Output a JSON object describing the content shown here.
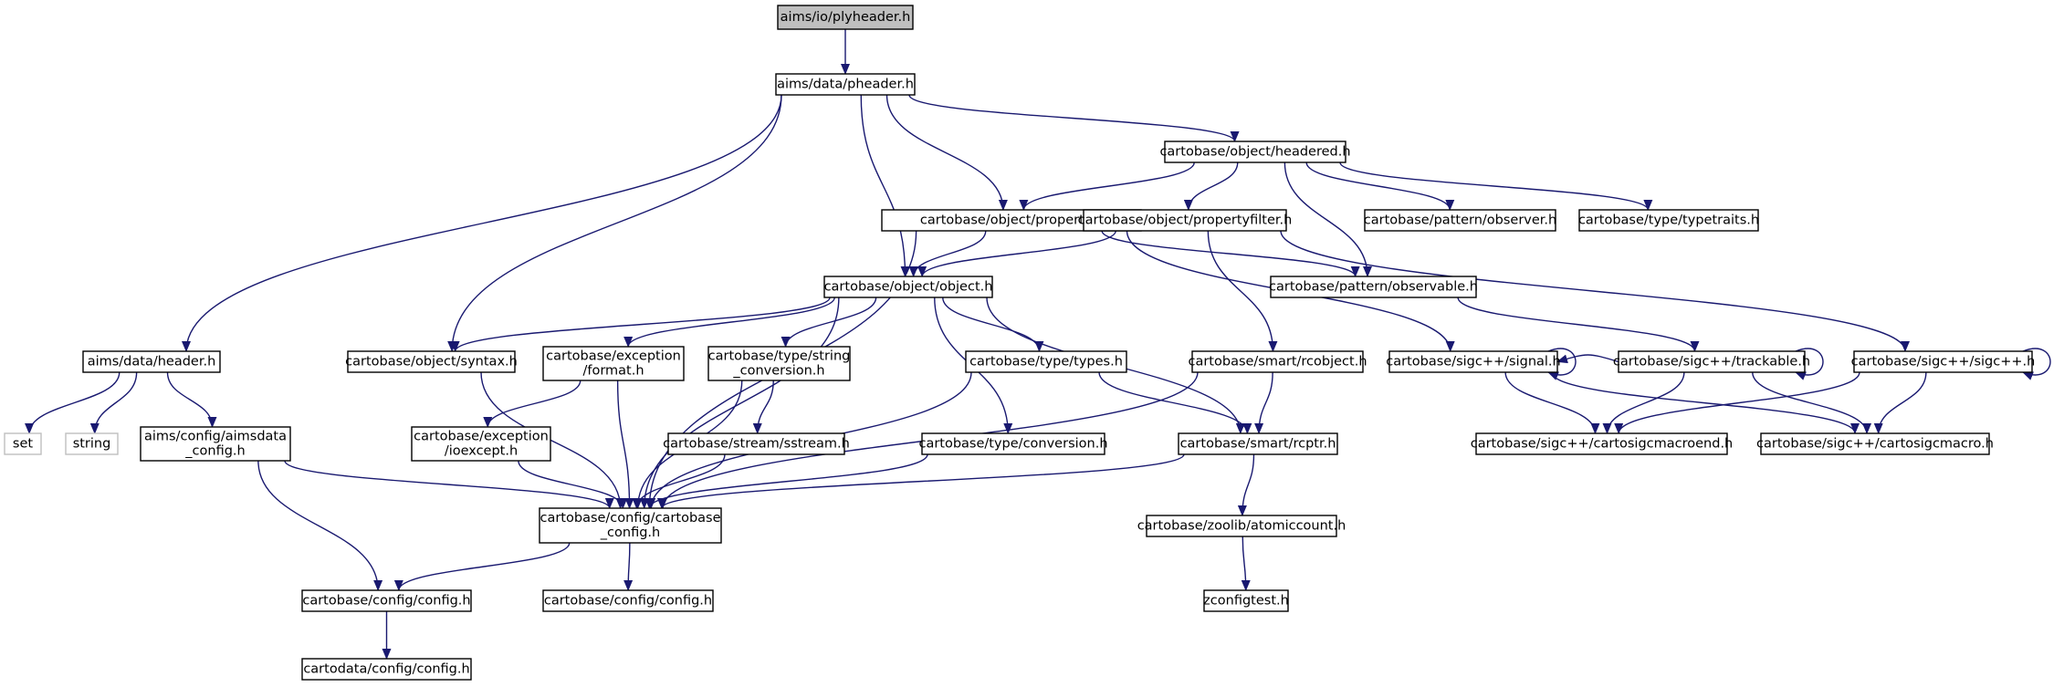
{
  "diagram": {
    "type": "include-dependency-graph",
    "edge_color": "#191970",
    "root_fill": "#bfbfbf",
    "external_border": "#bfbfbf",
    "nodes": [
      {
        "id": "plyheader",
        "lines": [
          "aims/io/plyheader.h"
        ],
        "root": true
      },
      {
        "id": "pheader",
        "lines": [
          "aims/data/pheader.h"
        ]
      },
      {
        "id": "headered",
        "lines": [
          "cartobase/object/headered.h"
        ]
      },
      {
        "id": "property",
        "lines": [
          "cartobase/object/property.h"
        ]
      },
      {
        "id": "propertyfilter",
        "lines": [
          "cartobase/object/propertyfilter.h"
        ]
      },
      {
        "id": "observer",
        "lines": [
          "cartobase/pattern/observer.h"
        ]
      },
      {
        "id": "typetraits",
        "lines": [
          "cartobase/type/typetraits.h"
        ]
      },
      {
        "id": "object",
        "lines": [
          "cartobase/object/object.h"
        ]
      },
      {
        "id": "observable",
        "lines": [
          "cartobase/pattern/observable.h"
        ]
      },
      {
        "id": "aimsheader",
        "lines": [
          "aims/data/header.h"
        ]
      },
      {
        "id": "syntax",
        "lines": [
          "cartobase/object/syntax.h"
        ]
      },
      {
        "id": "format",
        "lines": [
          "cartobase/exception",
          "/format.h"
        ]
      },
      {
        "id": "stringconv",
        "lines": [
          "cartobase/type/string",
          "_conversion.h"
        ]
      },
      {
        "id": "types",
        "lines": [
          "cartobase/type/types.h"
        ]
      },
      {
        "id": "rcobject",
        "lines": [
          "cartobase/smart/rcobject.h"
        ]
      },
      {
        "id": "signal",
        "lines": [
          "cartobase/sigc++/signal.h"
        ]
      },
      {
        "id": "trackable",
        "lines": [
          "cartobase/sigc++/trackable.h"
        ]
      },
      {
        "id": "sigcpp",
        "lines": [
          "cartobase/sigc++/sigc++.h"
        ]
      },
      {
        "id": "set",
        "lines": [
          "set"
        ],
        "external": true
      },
      {
        "id": "string",
        "lines": [
          "string"
        ],
        "external": true
      },
      {
        "id": "aimsdataconfig",
        "lines": [
          "aims/config/aimsdata",
          "_config.h"
        ]
      },
      {
        "id": "ioexcept",
        "lines": [
          "cartobase/exception",
          "/ioexcept.h"
        ]
      },
      {
        "id": "sstream",
        "lines": [
          "cartobase/stream/sstream.h"
        ]
      },
      {
        "id": "conversion",
        "lines": [
          "cartobase/type/conversion.h"
        ]
      },
      {
        "id": "rcptr",
        "lines": [
          "cartobase/smart/rcptr.h"
        ]
      },
      {
        "id": "macroend",
        "lines": [
          "cartobase/sigc++/cartosigcmacroend.h"
        ]
      },
      {
        "id": "macro",
        "lines": [
          "cartobase/sigc++/cartosigcmacro.h"
        ]
      },
      {
        "id": "cbconfig",
        "lines": [
          "cartobase/config/cartobase",
          "_config.h"
        ]
      },
      {
        "id": "atomiccount",
        "lines": [
          "cartobase/zoolib/atomiccount.h"
        ]
      },
      {
        "id": "config1",
        "lines": [
          "cartobase/config/config.h"
        ]
      },
      {
        "id": "config2",
        "lines": [
          "cartobase/config/config.h"
        ]
      },
      {
        "id": "zconfigtest",
        "lines": [
          "zconfigtest.h"
        ]
      },
      {
        "id": "cdconfig",
        "lines": [
          "cartodata/config/config.h"
        ]
      }
    ],
    "edges": [
      [
        "plyheader",
        "pheader"
      ],
      [
        "pheader",
        "headered"
      ],
      [
        "pheader",
        "property"
      ],
      [
        "pheader",
        "object"
      ],
      [
        "pheader",
        "aimsheader"
      ],
      [
        "pheader",
        "syntax"
      ],
      [
        "headered",
        "property"
      ],
      [
        "headered",
        "propertyfilter"
      ],
      [
        "headered",
        "observer"
      ],
      [
        "headered",
        "typetraits"
      ],
      [
        "headered",
        "observable"
      ],
      [
        "property",
        "object"
      ],
      [
        "property",
        "observable"
      ],
      [
        "property",
        "signal"
      ],
      [
        "property",
        "cbconfig"
      ],
      [
        "propertyfilter",
        "object"
      ],
      [
        "propertyfilter",
        "rcobject"
      ],
      [
        "propertyfilter",
        "sigcpp"
      ],
      [
        "object",
        "syntax"
      ],
      [
        "object",
        "format"
      ],
      [
        "object",
        "stringconv"
      ],
      [
        "object",
        "types"
      ],
      [
        "object",
        "conversion"
      ],
      [
        "object",
        "rcptr"
      ],
      [
        "object",
        "cbconfig"
      ],
      [
        "observable",
        "trackable"
      ],
      [
        "aimsheader",
        "set"
      ],
      [
        "aimsheader",
        "string"
      ],
      [
        "aimsheader",
        "aimsdataconfig"
      ],
      [
        "syntax",
        "cbconfig"
      ],
      [
        "format",
        "ioexcept"
      ],
      [
        "format",
        "cbconfig"
      ],
      [
        "stringconv",
        "sstream"
      ],
      [
        "stringconv",
        "cbconfig"
      ],
      [
        "types",
        "rcptr"
      ],
      [
        "types",
        "cbconfig"
      ],
      [
        "rcobject",
        "rcptr"
      ],
      [
        "rcobject",
        "cbconfig"
      ],
      [
        "signal",
        "signal"
      ],
      [
        "signal",
        "macroend"
      ],
      [
        "signal",
        "macro"
      ],
      [
        "trackable",
        "trackable"
      ],
      [
        "trackable",
        "signal"
      ],
      [
        "trackable",
        "macroend"
      ],
      [
        "trackable",
        "macro"
      ],
      [
        "sigcpp",
        "sigcpp"
      ],
      [
        "sigcpp",
        "macroend"
      ],
      [
        "sigcpp",
        "macro"
      ],
      [
        "aimsdataconfig",
        "cbconfig"
      ],
      [
        "aimsdataconfig",
        "config1"
      ],
      [
        "ioexcept",
        "cbconfig"
      ],
      [
        "sstream",
        "cbconfig"
      ],
      [
        "conversion",
        "cbconfig"
      ],
      [
        "rcptr",
        "cbconfig"
      ],
      [
        "rcptr",
        "atomiccount"
      ],
      [
        "cbconfig",
        "config1"
      ],
      [
        "cbconfig",
        "config2"
      ],
      [
        "atomiccount",
        "zconfigtest"
      ],
      [
        "config1",
        "cdconfig"
      ]
    ]
  }
}
